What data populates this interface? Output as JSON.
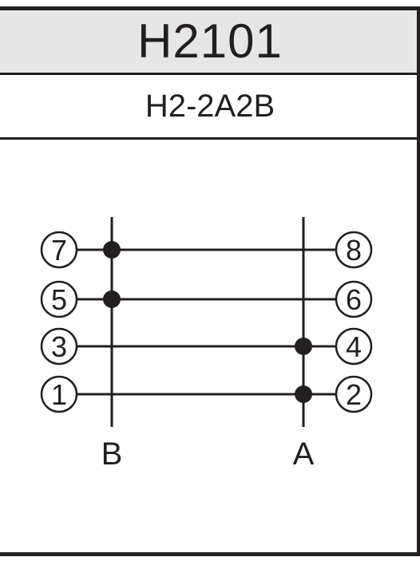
{
  "header": {
    "model": "H2101",
    "type": "H2-2A2B"
  },
  "diagram": {
    "lines": [
      {
        "label": "B"
      },
      {
        "label": "A"
      }
    ],
    "rows": [
      {
        "left_pin": "7",
        "right_pin": "8",
        "connected_line": "B"
      },
      {
        "left_pin": "5",
        "right_pin": "6",
        "connected_line": "B"
      },
      {
        "left_pin": "3",
        "right_pin": "4",
        "connected_line": "A"
      },
      {
        "left_pin": "1",
        "right_pin": "2",
        "connected_line": "A"
      }
    ]
  },
  "colors": {
    "ink": "#231f20",
    "header_fill": "#e6e6e6",
    "background": "#ffffff"
  }
}
